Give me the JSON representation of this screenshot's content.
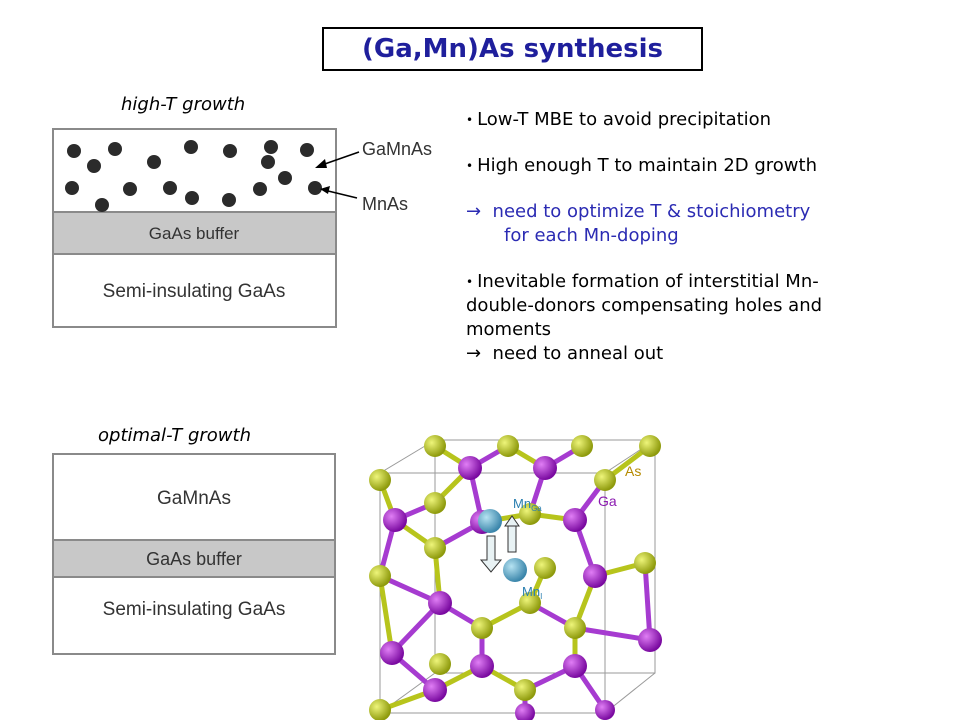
{
  "title": "(Ga,Mn)As synthesis",
  "panel_high": {
    "caption": "high-T growth",
    "layer_buffer": "GaAs buffer",
    "layer_substrate": "Semi-insulating GaAs",
    "label_gamnas": "GaMnAs",
    "label_mnas": "MnAs"
  },
  "panel_optimal": {
    "caption": "optimal-T growth",
    "layer_top": "GaMnAs",
    "layer_buffer": "GaAs buffer",
    "layer_substrate": "Semi-insulating GaAs"
  },
  "bullets": {
    "b1": "Low-T MBE to avoid precipitation",
    "b2": "High enough T to maintain 2D growth",
    "arrow": "→",
    "b3_line1": "need to optimize T & stoichiometry",
    "b3_line2": "for each Mn-doping",
    "b4_line1": "Inevitable formation of interstitial Mn-",
    "b4_line2": "double-donors compensating holes and",
    "b4_line3": "moments",
    "b5": "need to anneal out"
  },
  "crystal": {
    "label_as": "As",
    "label_ga": "Ga",
    "label_mnga": "Mn",
    "label_mnga_sub": "Ga",
    "label_mni": "Mn",
    "label_mni_sub": "I",
    "colors": {
      "ga": "#9b10c9",
      "as": "#b9c814",
      "mn": "#4f9fc4",
      "bond_ga": "#a63bd0",
      "bond_as": "#b7c41c"
    }
  }
}
